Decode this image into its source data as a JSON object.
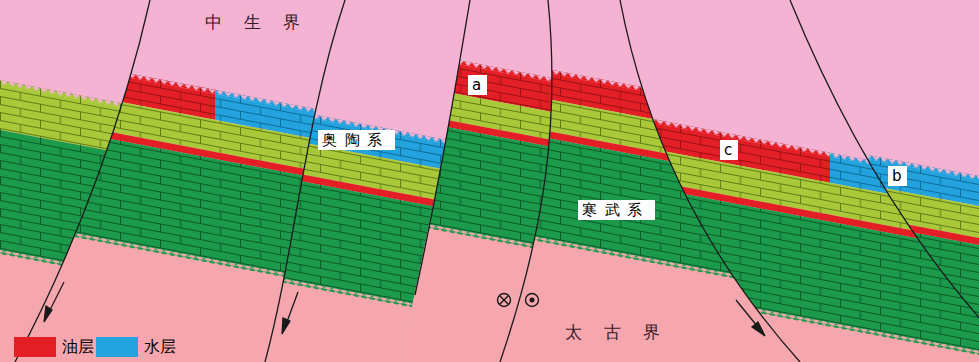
{
  "diagram": {
    "nodes": [
      {
        "text": [
          "a"
        ]
      },
      {
        "text": [
          "奥陶系"
        ]
      },
      {
        "text": [
          "c"
        ]
      },
      {
        "text": [
          "b"
        ]
      },
      {
        "text": [
          "寒武系"
        ]
      }
    ],
    "labels": [
      "中生界",
      "太古界"
    ],
    "legend": [
      {
        "text": "油层",
        "color": "#e31e24"
      },
      {
        "text": "水层",
        "color": "#22a3dd"
      }
    ]
  }
}
